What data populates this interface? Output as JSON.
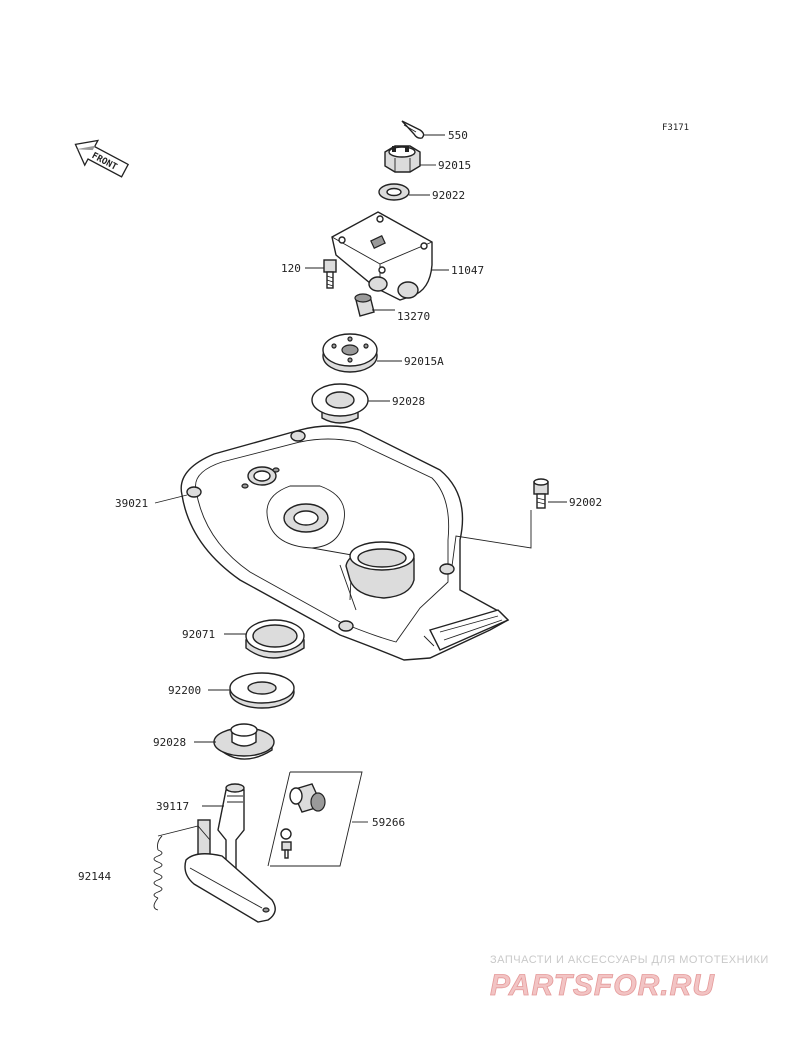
{
  "figure_code": "F3171",
  "front_label": "FRONT",
  "parts": [
    {
      "id": "p550",
      "number": "550"
    },
    {
      "id": "p92015",
      "number": "92015"
    },
    {
      "id": "p92022",
      "number": "92022"
    },
    {
      "id": "p120",
      "number": "120"
    },
    {
      "id": "p11047",
      "number": "11047"
    },
    {
      "id": "p13270",
      "number": "13270"
    },
    {
      "id": "p92015A",
      "number": "92015A"
    },
    {
      "id": "p92028a",
      "number": "92028"
    },
    {
      "id": "p39021",
      "number": "39021"
    },
    {
      "id": "p92002",
      "number": "92002"
    },
    {
      "id": "p92071",
      "number": "92071"
    },
    {
      "id": "p92200",
      "number": "92200"
    },
    {
      "id": "p92028b",
      "number": "92028"
    },
    {
      "id": "p39117",
      "number": "39117"
    },
    {
      "id": "p59266",
      "number": "59266"
    },
    {
      "id": "p92144",
      "number": "92144"
    }
  ],
  "watermark": {
    "tagline": "ЗАПЧАСТИ И АКСЕССУАРЫ ДЛЯ МОТОТЕХНИКИ",
    "brand": "PARTSFOR.RU"
  },
  "colors": {
    "line": "#222222",
    "watermark_brand": "#e59a9a",
    "watermark_tagline": "#c9c9c9"
  }
}
